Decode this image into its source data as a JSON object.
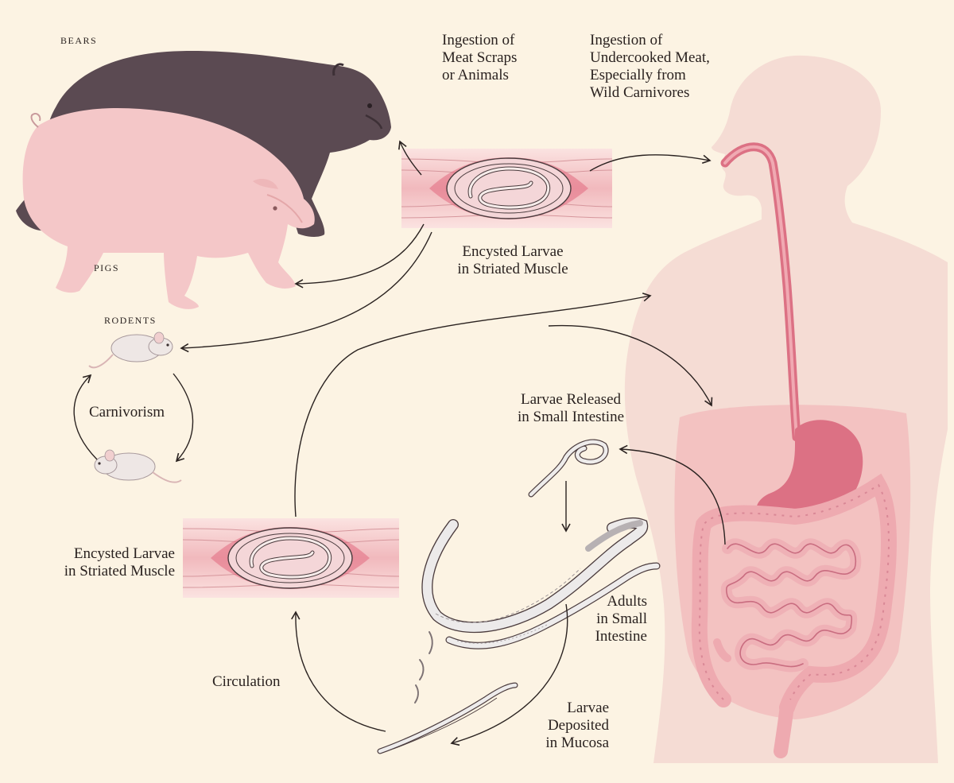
{
  "animals": {
    "bears": "BEARS",
    "pigs": "PIGS",
    "rodents": "RODENTS"
  },
  "labels": {
    "ingestion_scraps": [
      "Ingestion of",
      "Meat Scraps",
      "or Animals"
    ],
    "ingestion_undercooked": [
      "Ingestion of",
      "Undercooked Meat,",
      "Especially from",
      "Wild Carnivores"
    ],
    "cyst_top": [
      "Encysted Larvae",
      "in Striated Muscle"
    ],
    "cyst_left": [
      "Encysted Larvae",
      "in Striated Muscle"
    ],
    "carnivorism": "Carnivorism",
    "larvae_released": [
      "Larvae Released",
      "in Small Intestine"
    ],
    "adults": [
      "Adults",
      "in Small",
      "Intestine"
    ],
    "larvae_deposited": [
      "Larvae",
      "Deposited",
      "in Mucosa"
    ],
    "circulation": "Circulation"
  },
  "colors": {
    "background": "#fcf3e3",
    "human": "#f5dcd4",
    "gut": "#eeaab0",
    "gut_dark": "#dc7184",
    "pig": "#f4c7c8",
    "bear": "#5b4a52",
    "muscle": "#f4cfd0",
    "arrow": "#2a2220"
  }
}
